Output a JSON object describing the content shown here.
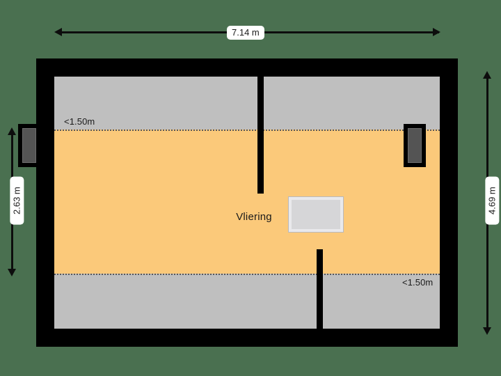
{
  "plan": {
    "title": "Vliering",
    "background_color": "#4a7050",
    "wall_color": "#000000",
    "full_height_color": "#fbc97a",
    "low_headroom_color": "#bfbfbf"
  },
  "rooms": [
    {
      "name": "Vliering",
      "label": "Vliering"
    }
  ],
  "dimensions": {
    "top": {
      "value": "7.14 m",
      "orientation": "horizontal",
      "measures": "overall-width"
    },
    "left": {
      "value": "2.63 m",
      "orientation": "vertical",
      "measures": "full-height-zone-depth"
    },
    "right": {
      "value": "4.69 m",
      "orientation": "vertical",
      "measures": "overall-depth"
    }
  },
  "headroom_labels": {
    "top_left": "<1.50m",
    "bottom_right": "<1.50m"
  },
  "features": {
    "hatch_label": "",
    "window_left_label": "",
    "window_right_label": ""
  }
}
